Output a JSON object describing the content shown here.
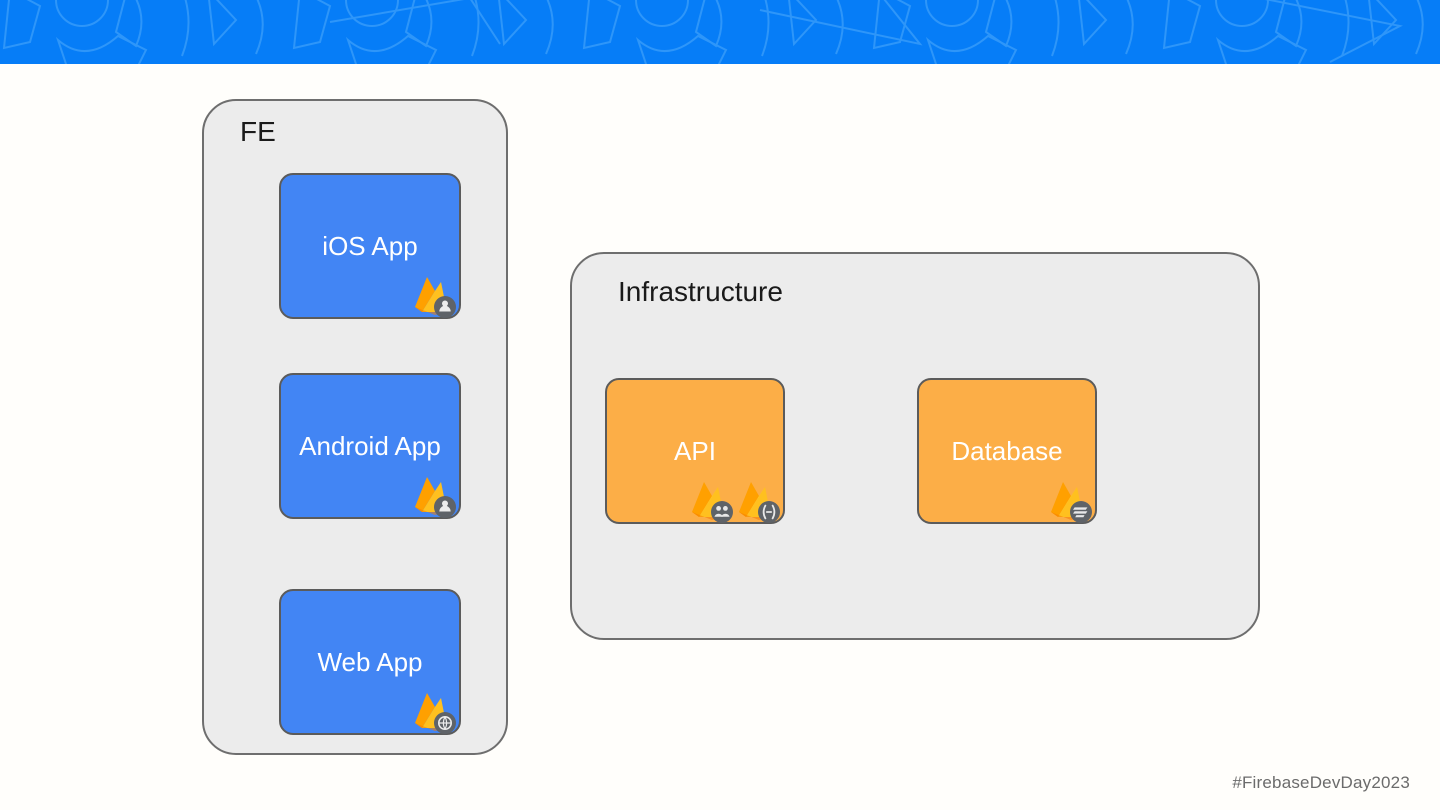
{
  "slide": {
    "background_color": "#FFFEFB",
    "banner": {
      "name": "firebase-banner",
      "color": "#067DF7",
      "pattern_color": "#2E96F9"
    },
    "footer": {
      "hashtag": "#FirebaseDevDay2023",
      "color": "#6B6B6B"
    }
  },
  "groups": [
    {
      "id": "fe",
      "label": "FE",
      "fill": "#ECECEC",
      "stroke": "#6E6E6E",
      "nodes": [
        {
          "id": "ios-app",
          "label": "iOS App",
          "color": "#4285F4",
          "badges": [
            {
              "name": "firebase-authentication-icon",
              "glyph": "auth"
            }
          ]
        },
        {
          "id": "android-app",
          "label": "Android App",
          "color": "#4285F4",
          "badges": [
            {
              "name": "firebase-authentication-icon",
              "glyph": "auth"
            }
          ]
        },
        {
          "id": "web-app",
          "label": "Web App",
          "color": "#4285F4",
          "badges": [
            {
              "name": "firebase-hosting-icon",
              "glyph": "hosting"
            }
          ]
        }
      ]
    },
    {
      "id": "infrastructure",
      "label": "Infrastructure",
      "fill": "#ECECEC",
      "stroke": "#6E6E6E",
      "nodes": [
        {
          "id": "api",
          "label": "API",
          "color": "#FCAE47",
          "badges": [
            {
              "name": "firebase-authentication-icon",
              "glyph": "auth"
            },
            {
              "name": "firebase-cloud-functions-icon",
              "glyph": "functions"
            }
          ]
        },
        {
          "id": "database",
          "label": "Database",
          "color": "#FCAE47",
          "badges": [
            {
              "name": "firebase-firestore-icon",
              "glyph": "firestore"
            }
          ]
        }
      ]
    }
  ],
  "palette": {
    "google_blue": "#4285F4",
    "firebase_orange": "#FCAE47",
    "flame_amber": "#FFA000",
    "flame_yellow": "#FFCA28",
    "badge_gray": "#5F6368",
    "group_gray": "#ECECEC",
    "outline_gray": "#6E6E6E"
  }
}
